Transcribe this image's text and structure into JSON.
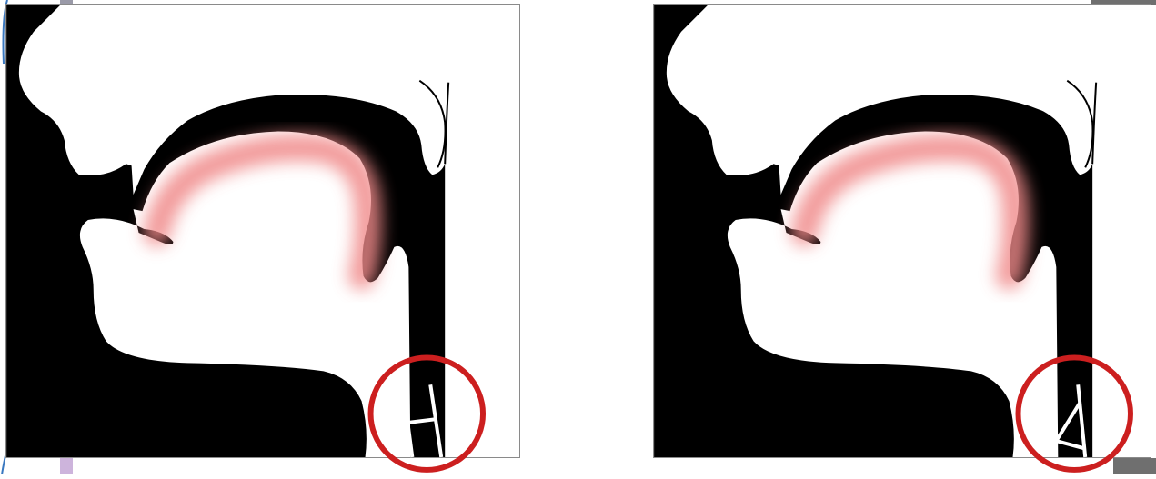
{
  "figure": {
    "panels": [
      {
        "id": "left",
        "glottis_state": "open"
      },
      {
        "id": "right",
        "glottis_state": "closed"
      }
    ],
    "colors": {
      "anatomy": "#000000",
      "background": "#ffffff",
      "vocal_tract_highlight": "#f08a8a",
      "circle": "#cc1f1f",
      "frame": "#8a8a8a"
    }
  }
}
